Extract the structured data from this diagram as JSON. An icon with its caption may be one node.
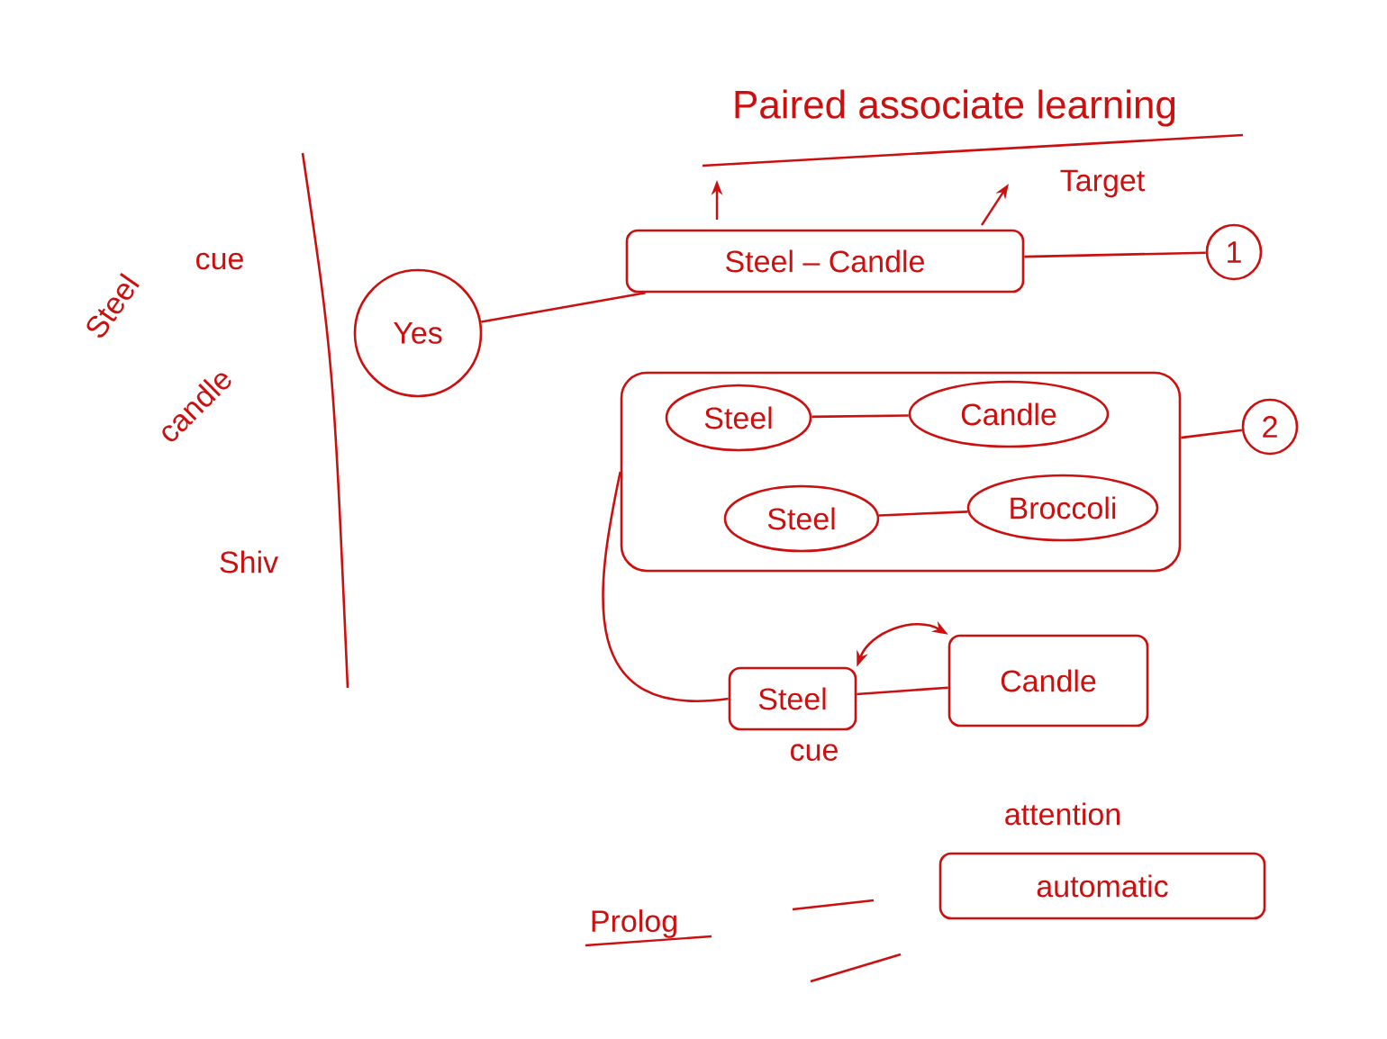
{
  "diagram": {
    "title": "Paired associate learning",
    "nodes": [
      {
        "text": [
          "Yes"
        ]
      },
      {
        "text": [
          "Steel – Candle"
        ]
      },
      {
        "text": [
          "1"
        ]
      },
      {
        "text": [],
        "shape": "box"
      },
      {
        "text": [
          "Steel"
        ],
        "in": 3
      },
      {
        "text": [
          "Candle"
        ],
        "in": 3
      },
      {
        "text": [
          "Steel"
        ],
        "in": 3
      },
      {
        "text": [
          "Broccoli"
        ],
        "in": 3
      },
      {
        "text": [
          "2"
        ]
      },
      {
        "text": [
          "Steel"
        ],
        "beside": [
          "cue"
        ]
      },
      {
        "text": [
          "Candle"
        ]
      },
      {
        "text": [
          "automatic"
        ]
      }
    ],
    "edges": [
      {
        "from": 0,
        "to": 1,
        "arrow": "none"
      },
      {
        "from": 1,
        "to": 2,
        "arrow": "none"
      },
      {
        "from": 4,
        "to": 5,
        "arrow": "none"
      },
      {
        "from": 6,
        "to": 7,
        "arrow": "none"
      },
      {
        "from": 3,
        "to": 8,
        "arrow": "none"
      },
      {
        "from": 3,
        "to": 9,
        "arrow": "none"
      },
      {
        "from": 9,
        "to": 10,
        "arrow": "none"
      },
      {
        "from": 9,
        "to": 10,
        "arrow": "both"
      }
    ],
    "labels": [
      "Target",
      "Steel",
      "cue",
      "candle",
      "Shiv",
      "Prolog",
      "attention"
    ]
  }
}
